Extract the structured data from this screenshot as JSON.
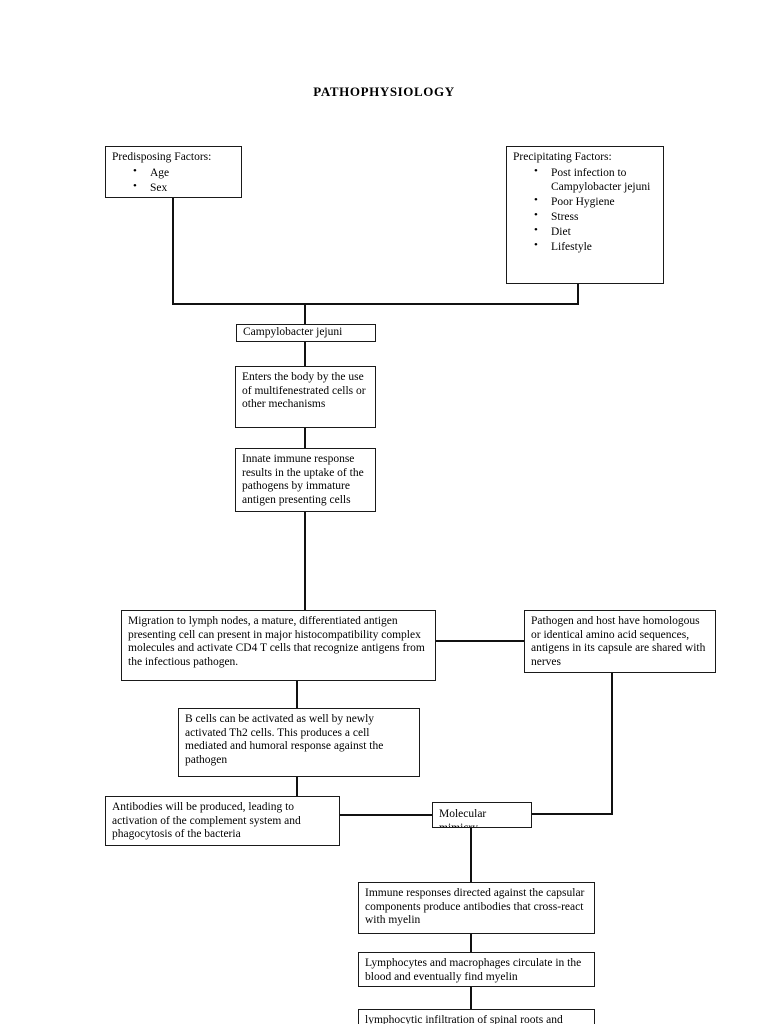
{
  "document": {
    "title": "PATHOPHYSIOLOGY"
  },
  "nodes": {
    "predisposing": {
      "header": "Predisposing Factors:",
      "items": [
        "Age",
        "Sex"
      ]
    },
    "precipitating": {
      "header": "Precipitating Factors:",
      "items": [
        "Post infection to Campylobacter jejuni",
        "Poor Hygiene",
        "Stress",
        "Diet",
        "Lifestyle"
      ]
    },
    "campylobacter": {
      "text": "Campylobacter jejuni"
    },
    "entry": {
      "text": "Enters the body by the use of multifenestrated cells or other mechanisms"
    },
    "innate": {
      "text": "Innate immune response results in the uptake of the pathogens by immature antigen presenting cells"
    },
    "migration": {
      "text": "Migration to lymph nodes, a mature, differentiated antigen presenting cell can present in major histocompatibility complex molecules and activate CD4 T cells that recognize antigens from the infectious pathogen."
    },
    "homology": {
      "text": "Pathogen and host have homologous or identical amino acid sequences, antigens in its capsule are shared with nerves"
    },
    "bcells": {
      "text": "B cells can be activated as well by newly activated Th2 cells. This produces a cell mediated and humoral response against the pathogen"
    },
    "antibodies": {
      "text": "Antibodies will be produced, leading to activation of the complement system and phagocytosis of the bacteria"
    },
    "mimicry": {
      "text": "Molecular mimicry"
    },
    "crossreact": {
      "text": "Immune responses directed against the capsular components produce antibodies that cross-react with myelin"
    },
    "circulate": {
      "text": "Lymphocytes and macrophages circulate in the blood and eventually find myelin"
    },
    "infiltration": {
      "text": "lymphocytic infiltration of spinal roots and"
    }
  },
  "colors": {
    "border": "#1a1a1a",
    "connector": "#111111",
    "background": "#ffffff",
    "text": "#000000"
  }
}
